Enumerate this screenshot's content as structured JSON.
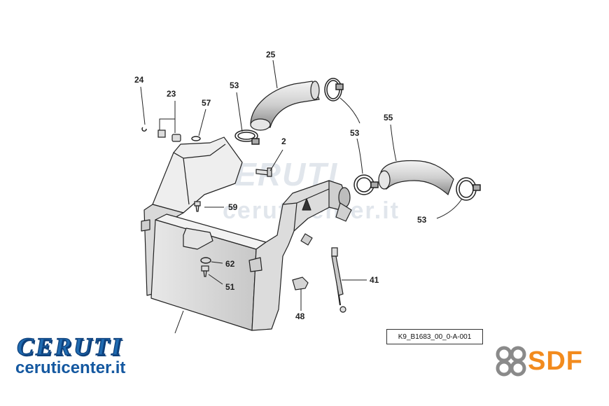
{
  "watermark": {
    "brand": "CERUTI",
    "url": "ceruticenter.it"
  },
  "callouts": [
    {
      "id": "24",
      "label": "24"
    },
    {
      "id": "23",
      "label": "23"
    },
    {
      "id": "57",
      "label": "57"
    },
    {
      "id": "53a",
      "label": "53"
    },
    {
      "id": "25",
      "label": "25"
    },
    {
      "id": "2",
      "label": "2"
    },
    {
      "id": "53b",
      "label": "53"
    },
    {
      "id": "55",
      "label": "55"
    },
    {
      "id": "53c",
      "label": "53"
    },
    {
      "id": "59",
      "label": "59"
    },
    {
      "id": "62",
      "label": "62"
    },
    {
      "id": "51",
      "label": "51"
    },
    {
      "id": "41",
      "label": "41"
    },
    {
      "id": "48",
      "label": "48"
    }
  ],
  "reference_code": "K9_B1683_00_0-A-001",
  "logos": {
    "brand": "CERUTI",
    "brand_url": "ceruticenter.it",
    "sdf": "SDF",
    "brand_color": "#1f6ab0",
    "sdf_color": "#f28b1e"
  }
}
